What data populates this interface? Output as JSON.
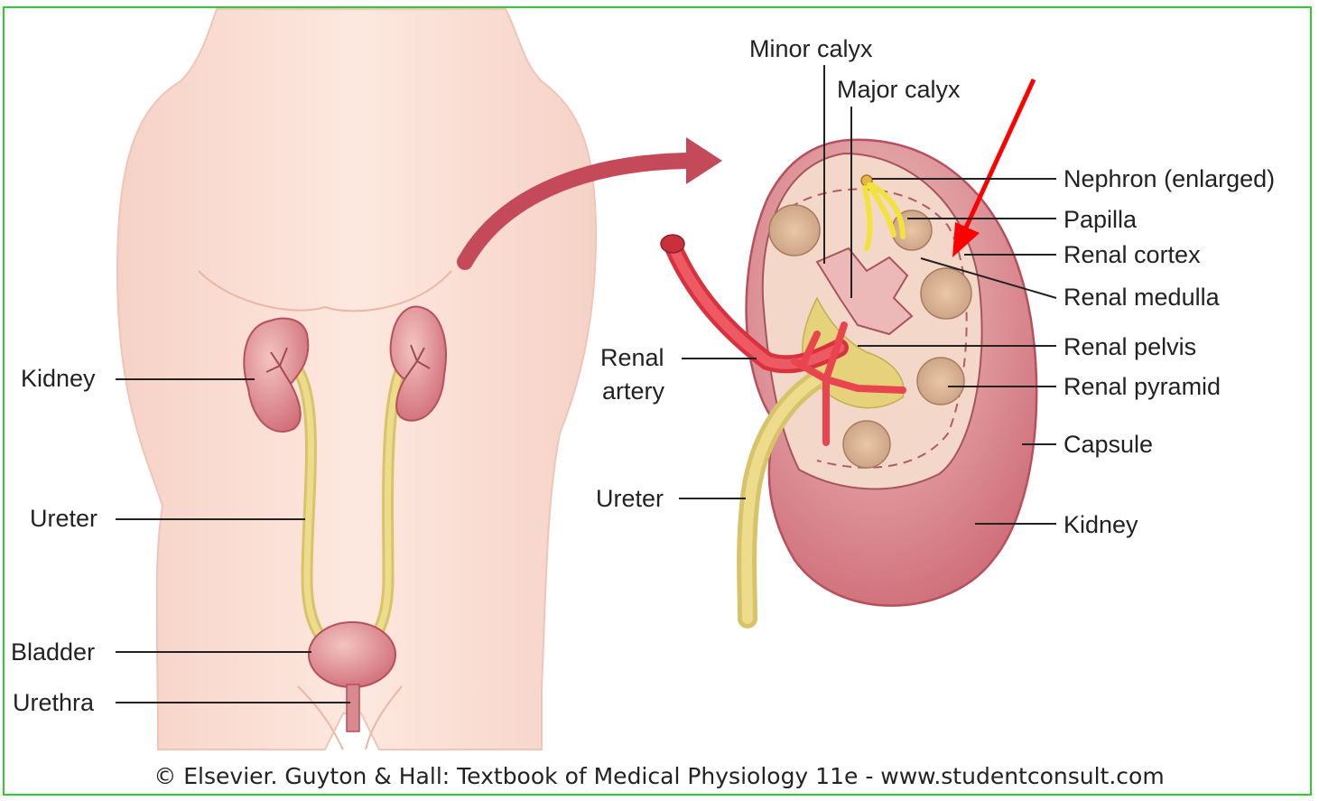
{
  "labels": {
    "body": {
      "kidney": "Kidney",
      "ureter": "Ureter",
      "bladder": "Bladder",
      "urethra": "Urethra"
    },
    "section": {
      "minor_calyx": "Minor calyx",
      "major_calyx": "Major calyx",
      "nephron": "Nephron (enlarged)",
      "papilla": "Papilla",
      "renal_cortex": "Renal cortex",
      "renal_medulla": "Renal medulla",
      "renal_pelvis": "Renal pelvis",
      "renal_pyramid": "Renal pyramid",
      "capsule": "Capsule",
      "kidney": "Kidney",
      "renal_artery_line1": "Renal",
      "renal_artery_line2": "artery",
      "ureter": "Ureter"
    }
  },
  "caption": "© Elsevier. Guyton & Hall: Textbook of Medical Physiology 11e - www.studentconsult.com",
  "colors": {
    "frame": "#2ecc2e",
    "skin": "#fbe3d7",
    "kidney": "#d77f86",
    "ureter": "#e3d27a",
    "artery": "#e8454f",
    "pointer_arrow": "#ff0000",
    "transfer_arrow": "#c44a5a"
  }
}
